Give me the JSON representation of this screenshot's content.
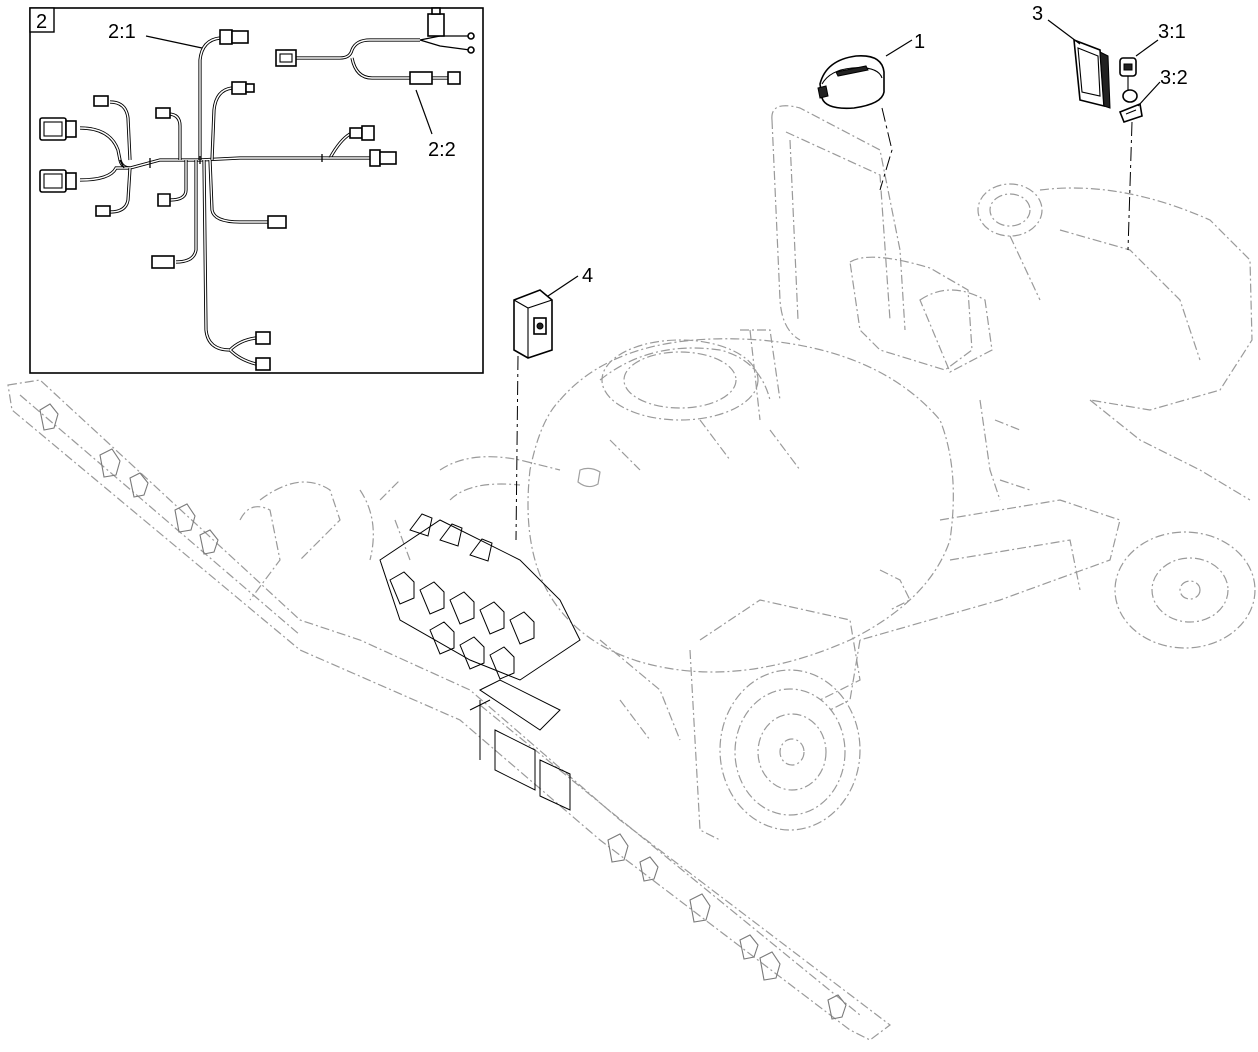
{
  "inset": {
    "tag": "2",
    "callouts": {
      "harness": "2:1",
      "adapter": "2:2"
    }
  },
  "parts": {
    "p1": {
      "label": "1"
    },
    "p3": {
      "label": "3"
    },
    "p3_1": {
      "label": "3:1"
    },
    "p3_2": {
      "label": "3:2"
    },
    "p4": {
      "label": "4"
    }
  }
}
